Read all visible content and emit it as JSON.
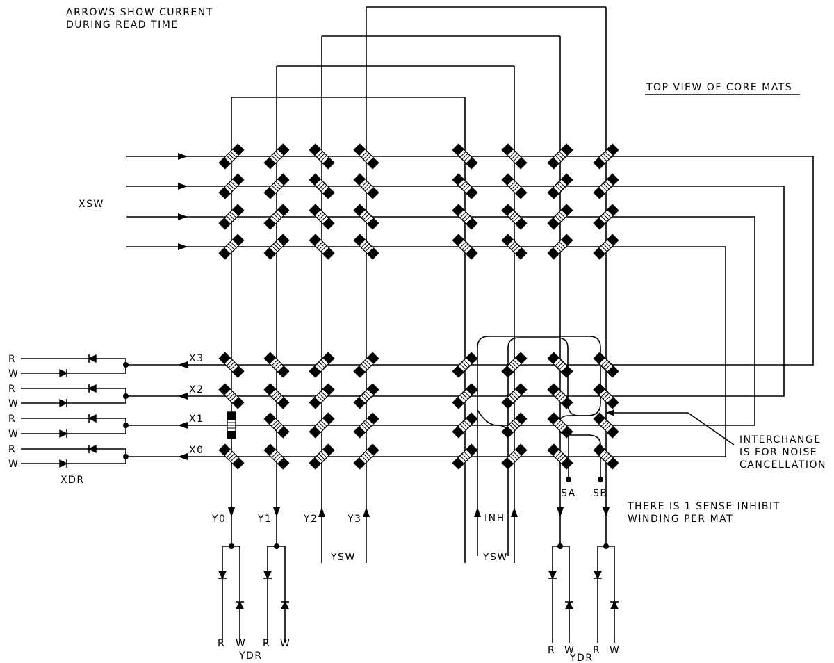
{
  "header": {
    "arrows_line1": "ARROWS SHOW CURRENT",
    "arrows_line2": "DURING READ TIME",
    "top_view": "TOP VIEW OF CORE MATS"
  },
  "labels": {
    "xsw": "XSW",
    "xdr": "XDR",
    "ysw": "YSW",
    "ydr": "YDR",
    "inh": "INH",
    "sa": "SA",
    "sb": "SB",
    "r": "R",
    "w": "W",
    "x_lines": [
      "X3",
      "X2",
      "X1",
      "X0"
    ],
    "y_lines": [
      "Y0",
      "Y1",
      "Y2",
      "Y3"
    ]
  },
  "notes": {
    "interchange_line1": "INTERCHANGE",
    "interchange_line2": "IS FOR NOISE",
    "interchange_line3": "CANCELLATION",
    "sense_line1": "THERE IS 1 SENSE INHIBIT",
    "sense_line2": "WINDING PER MAT"
  }
}
